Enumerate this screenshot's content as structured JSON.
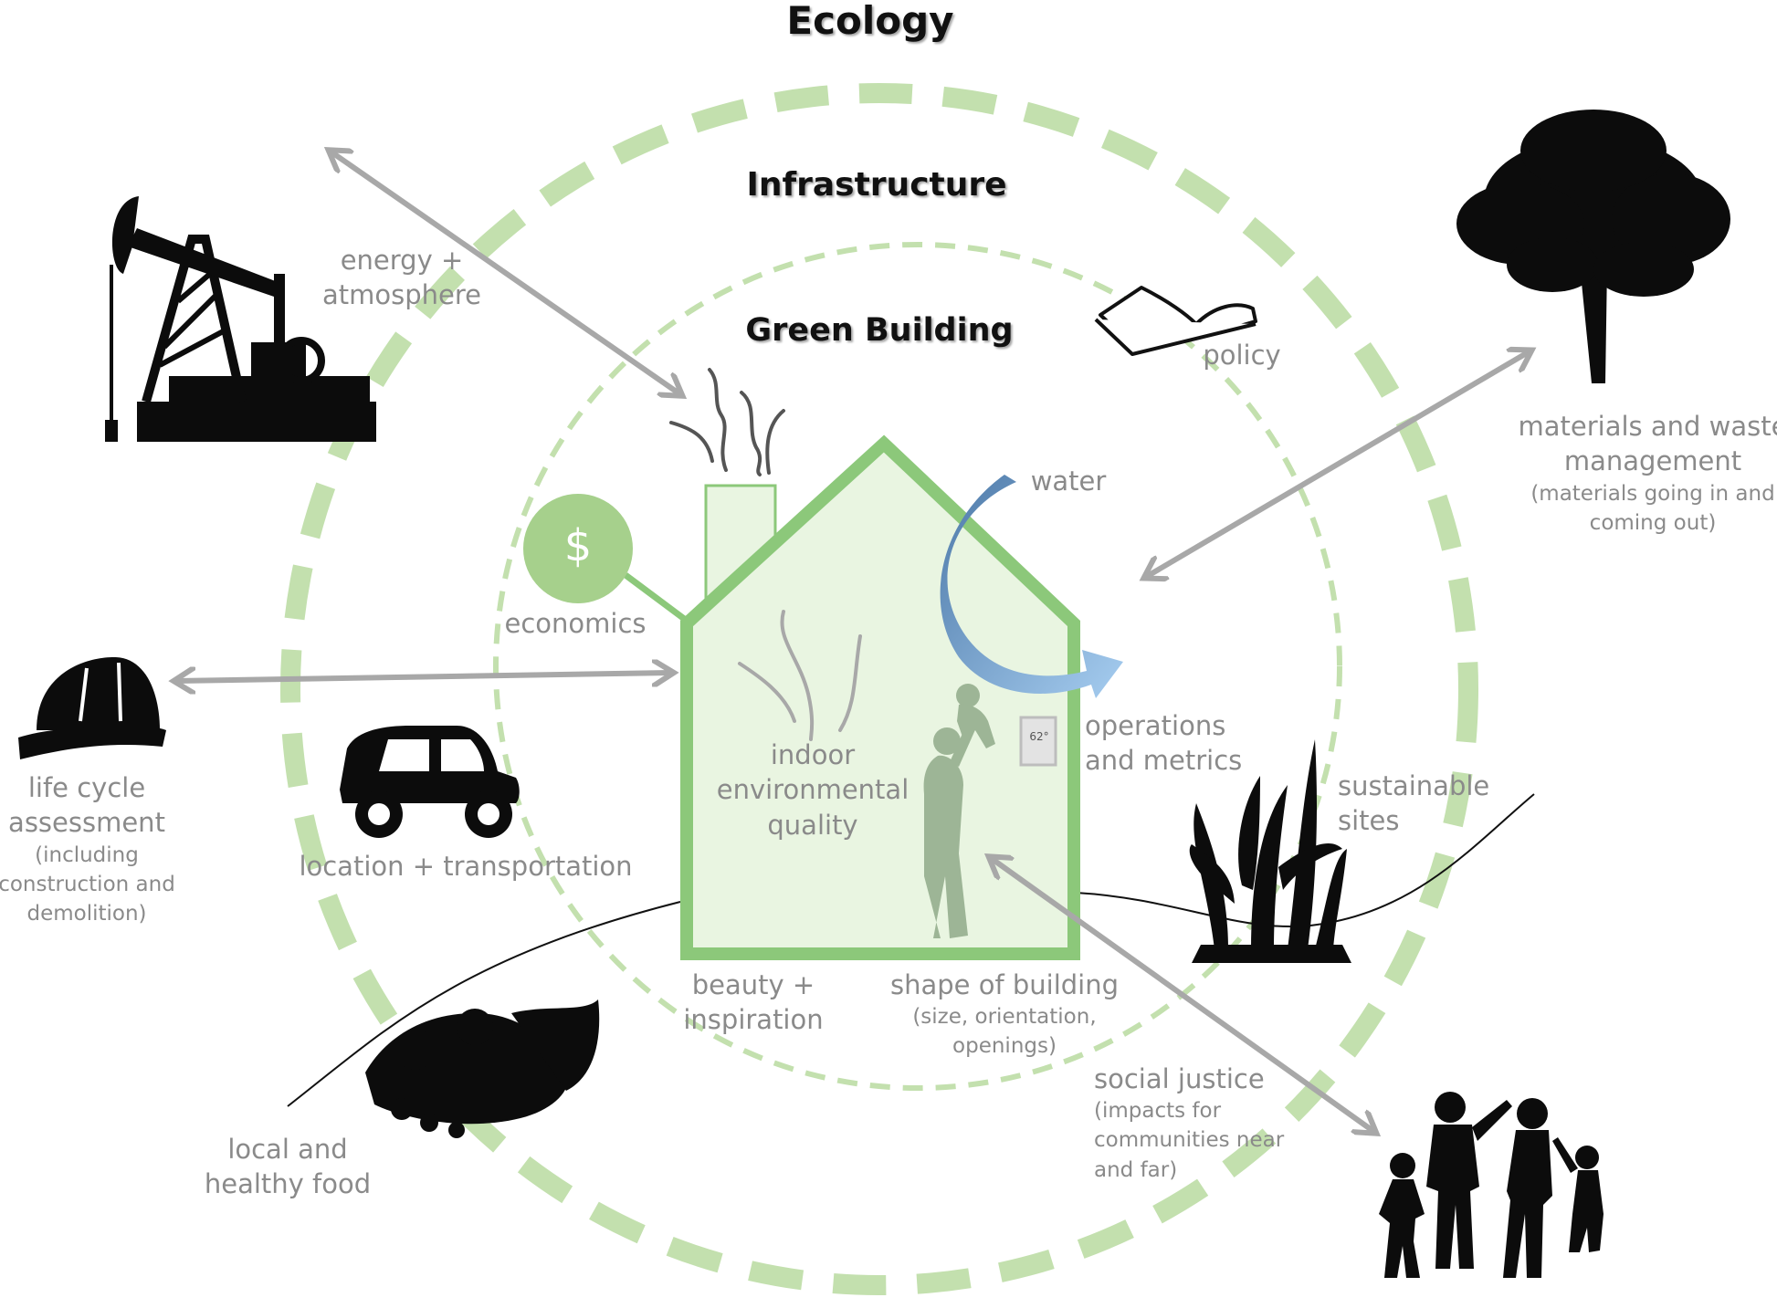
{
  "rings": {
    "ecology": "Ecology",
    "infrastructure": "Infrastructure",
    "green_building": "Green Building"
  },
  "labels": {
    "energy": [
      "energy +",
      "atmosphere"
    ],
    "policy": "policy",
    "economics": "economics",
    "dollar": "$",
    "water": "water",
    "materials": [
      "materials and waste",
      "management"
    ],
    "materials_sub": [
      "(materials going in and",
      "coming out)"
    ],
    "operations": [
      "operations",
      "and metrics"
    ],
    "thermostat": "62°",
    "sustainable": [
      "sustainable",
      "sites"
    ],
    "life_cycle": [
      "life cycle",
      "assessment"
    ],
    "life_cycle_sub": [
      "(including",
      "construction and",
      "demolition)"
    ],
    "location": "location + transportation",
    "ieq": [
      "indoor",
      "environmental",
      "quality"
    ],
    "beauty": [
      "beauty +",
      "inspiration"
    ],
    "shape": "shape of building",
    "shape_sub": [
      "(size, orientation,",
      "openings)"
    ],
    "social": "social justice",
    "social_sub": [
      "(impacts for",
      "communities near",
      "and far)"
    ],
    "food": [
      "local and",
      "healthy food"
    ]
  },
  "colors": {
    "ring_green": "#c3e0ae",
    "house_green": "#8cc87a",
    "house_fill": "#e9f5e1",
    "arrow_gray": "#a8a8a8",
    "water_blue": "#7ea6d6",
    "text_gray": "#8a8a8a",
    "silhouette": "#0c0c0c"
  },
  "icons": [
    "oil-pump-icon",
    "book-icon",
    "tree-icon",
    "hard-hat-icon",
    "car-icon",
    "corn-icon",
    "cornucopia-icon",
    "family-icon",
    "dollar-coin-icon",
    "water-arrow-icon",
    "thermostat-icon",
    "parent-child-icon",
    "smoke-icon"
  ]
}
